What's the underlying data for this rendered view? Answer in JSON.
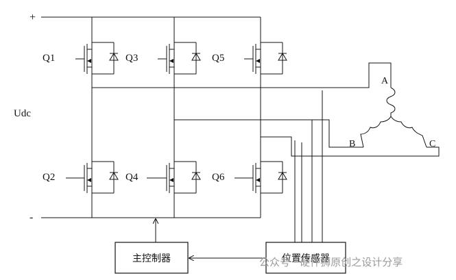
{
  "supply": {
    "plus": "+",
    "minus": "-",
    "voltage": "Udc"
  },
  "switches": [
    "Q1",
    "Q3",
    "Q5",
    "Q2",
    "Q4",
    "Q6"
  ],
  "phases": [
    "A",
    "B",
    "C"
  ],
  "blocks": {
    "controller": "主控制器",
    "sensor": "位置传感器"
  },
  "watermark": "公众号 · 硬件狮原创之设计分享"
}
